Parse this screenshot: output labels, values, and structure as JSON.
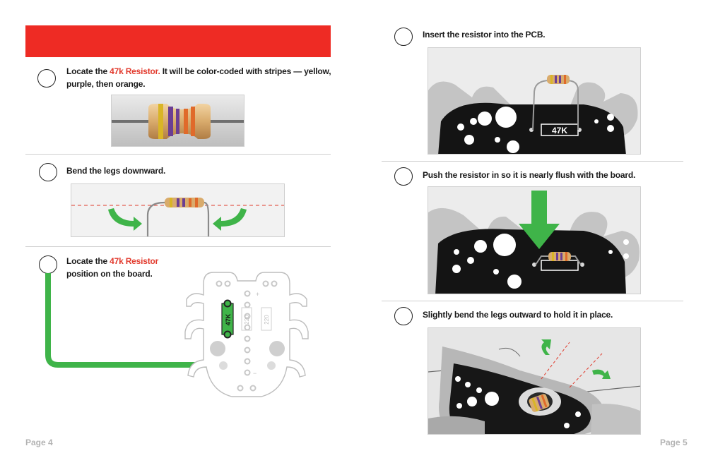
{
  "left_page": {
    "header_color": "#ee2b24",
    "step1": {
      "pre": "Locate the ",
      "highlight": "47k Resistor.",
      "post": " It will be color-coded with stripes — yellow, purple, then orange."
    },
    "step2": {
      "text": "Bend the legs downward."
    },
    "step3": {
      "pre": "Locate the ",
      "highlight": "47k Resistor",
      "post": "position on the board."
    },
    "board_labels": {
      "r47k": "47K",
      "r220a": "220",
      "r220b": "220",
      "plus": "+",
      "minus": "−"
    },
    "page_label": "Page 4"
  },
  "right_page": {
    "step1": {
      "text": "Insert the resistor into the PCB."
    },
    "step2": {
      "text": "Push the resistor in so it is nearly flush with the board."
    },
    "step3": {
      "text": "Slightly bend the legs outward to hold it in place."
    },
    "pcb_label": "47K",
    "page_label": "Page 5"
  },
  "colors": {
    "highlight": "#e23b2e",
    "arrow_green": "#3fb449",
    "guide_red": "#e0392b"
  }
}
